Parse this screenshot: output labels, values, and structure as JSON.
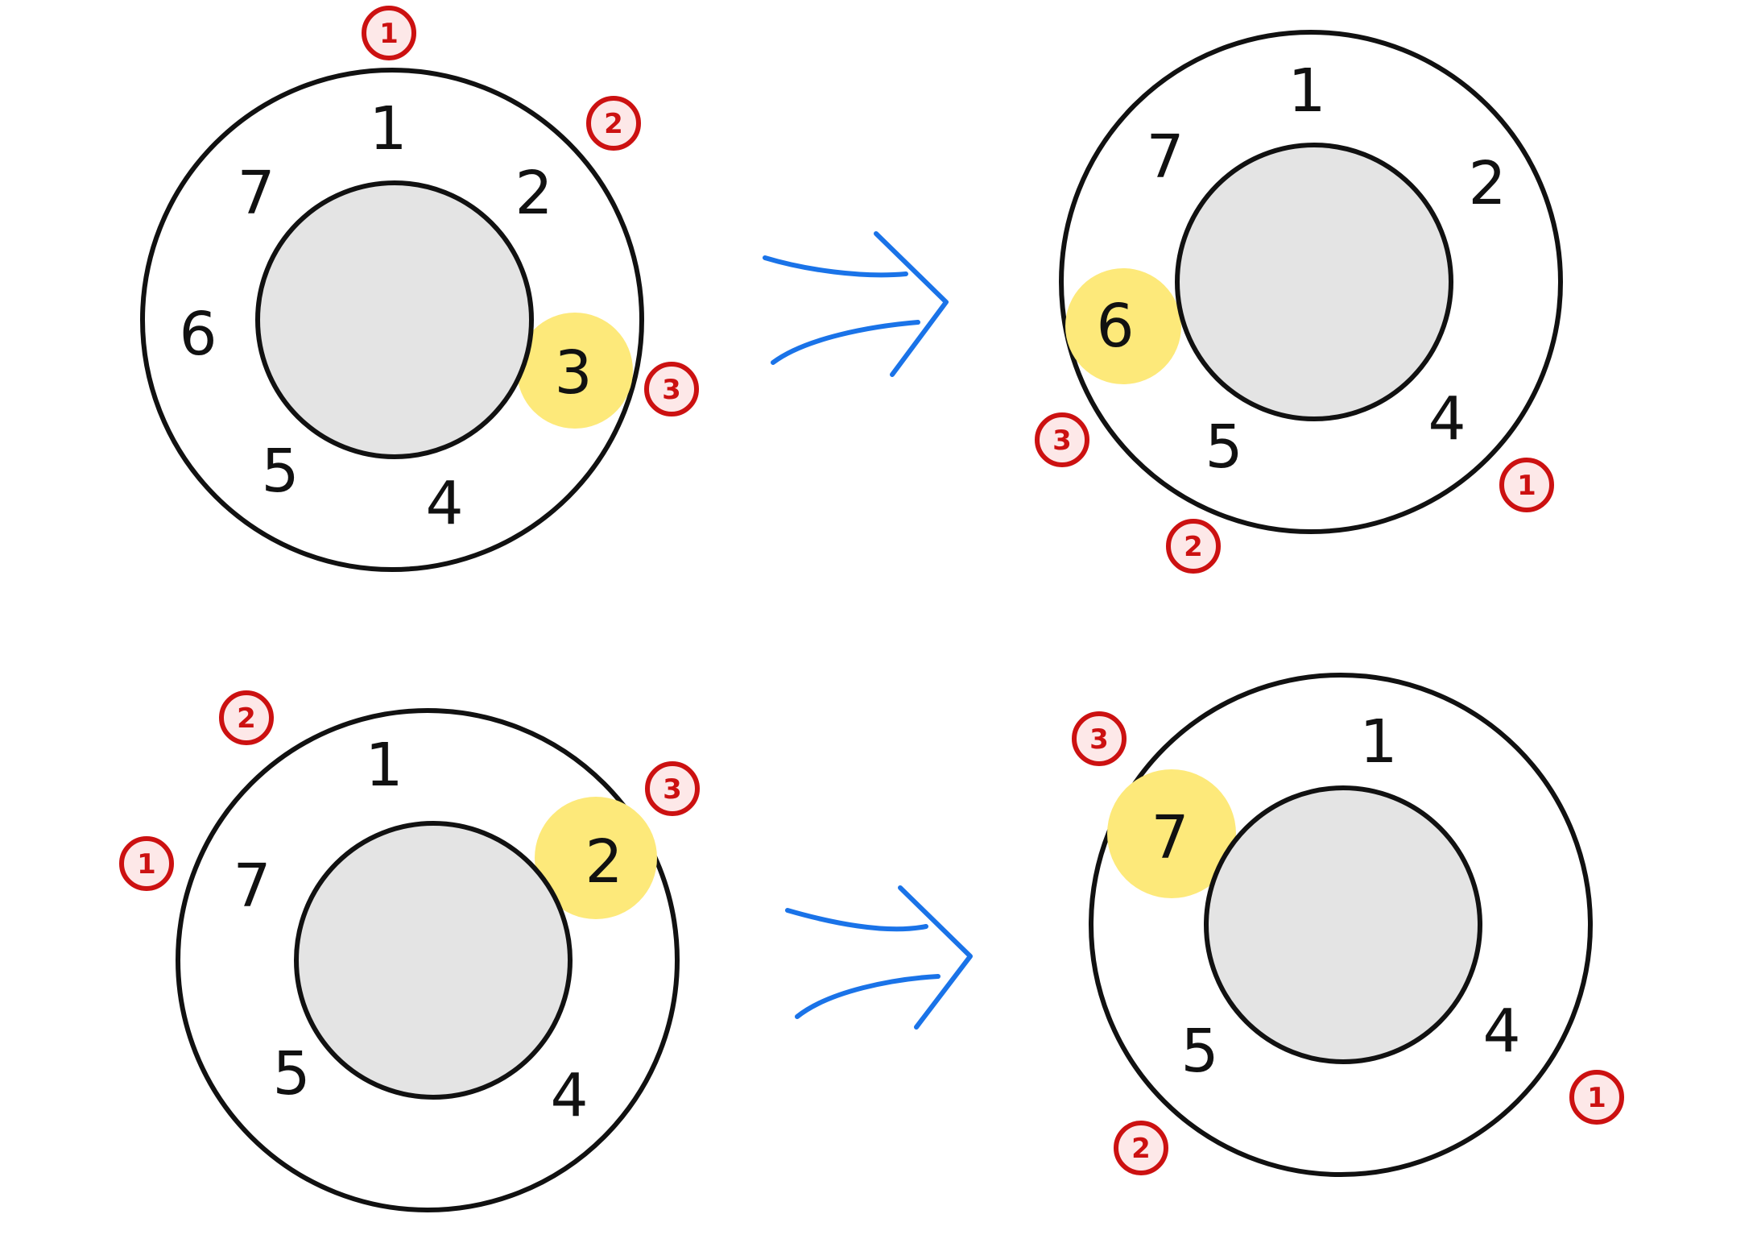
{
  "colors": {
    "outline": "#111111",
    "inner_fill": "#e4e4e4",
    "highlight": "#fde97a",
    "badge": "#cc1111",
    "badge_fill": "#fde8e8",
    "arrow": "#1a73e8"
  },
  "panels": [
    {
      "id": "before-1",
      "numbers": [
        "1",
        "2",
        "3",
        "4",
        "5",
        "6",
        "7"
      ],
      "highlighted": "3",
      "badges": [
        "1",
        "2",
        "3"
      ]
    },
    {
      "id": "after-1",
      "numbers": [
        "1",
        "2",
        "4",
        "5",
        "6",
        "7"
      ],
      "highlighted": "6",
      "badges": [
        "1",
        "2",
        "3"
      ]
    },
    {
      "id": "before-2",
      "numbers": [
        "1",
        "2",
        "4",
        "5",
        "7"
      ],
      "highlighted": "2",
      "badges": [
        "1",
        "2",
        "3"
      ]
    },
    {
      "id": "after-2",
      "numbers": [
        "1",
        "4",
        "5",
        "7"
      ],
      "highlighted": "7",
      "badges": [
        "1",
        "2",
        "3"
      ]
    }
  ],
  "arrows": [
    {
      "id": "arrow-1",
      "icon": "double-arrow-right-icon"
    },
    {
      "id": "arrow-2",
      "icon": "double-arrow-right-icon"
    }
  ]
}
